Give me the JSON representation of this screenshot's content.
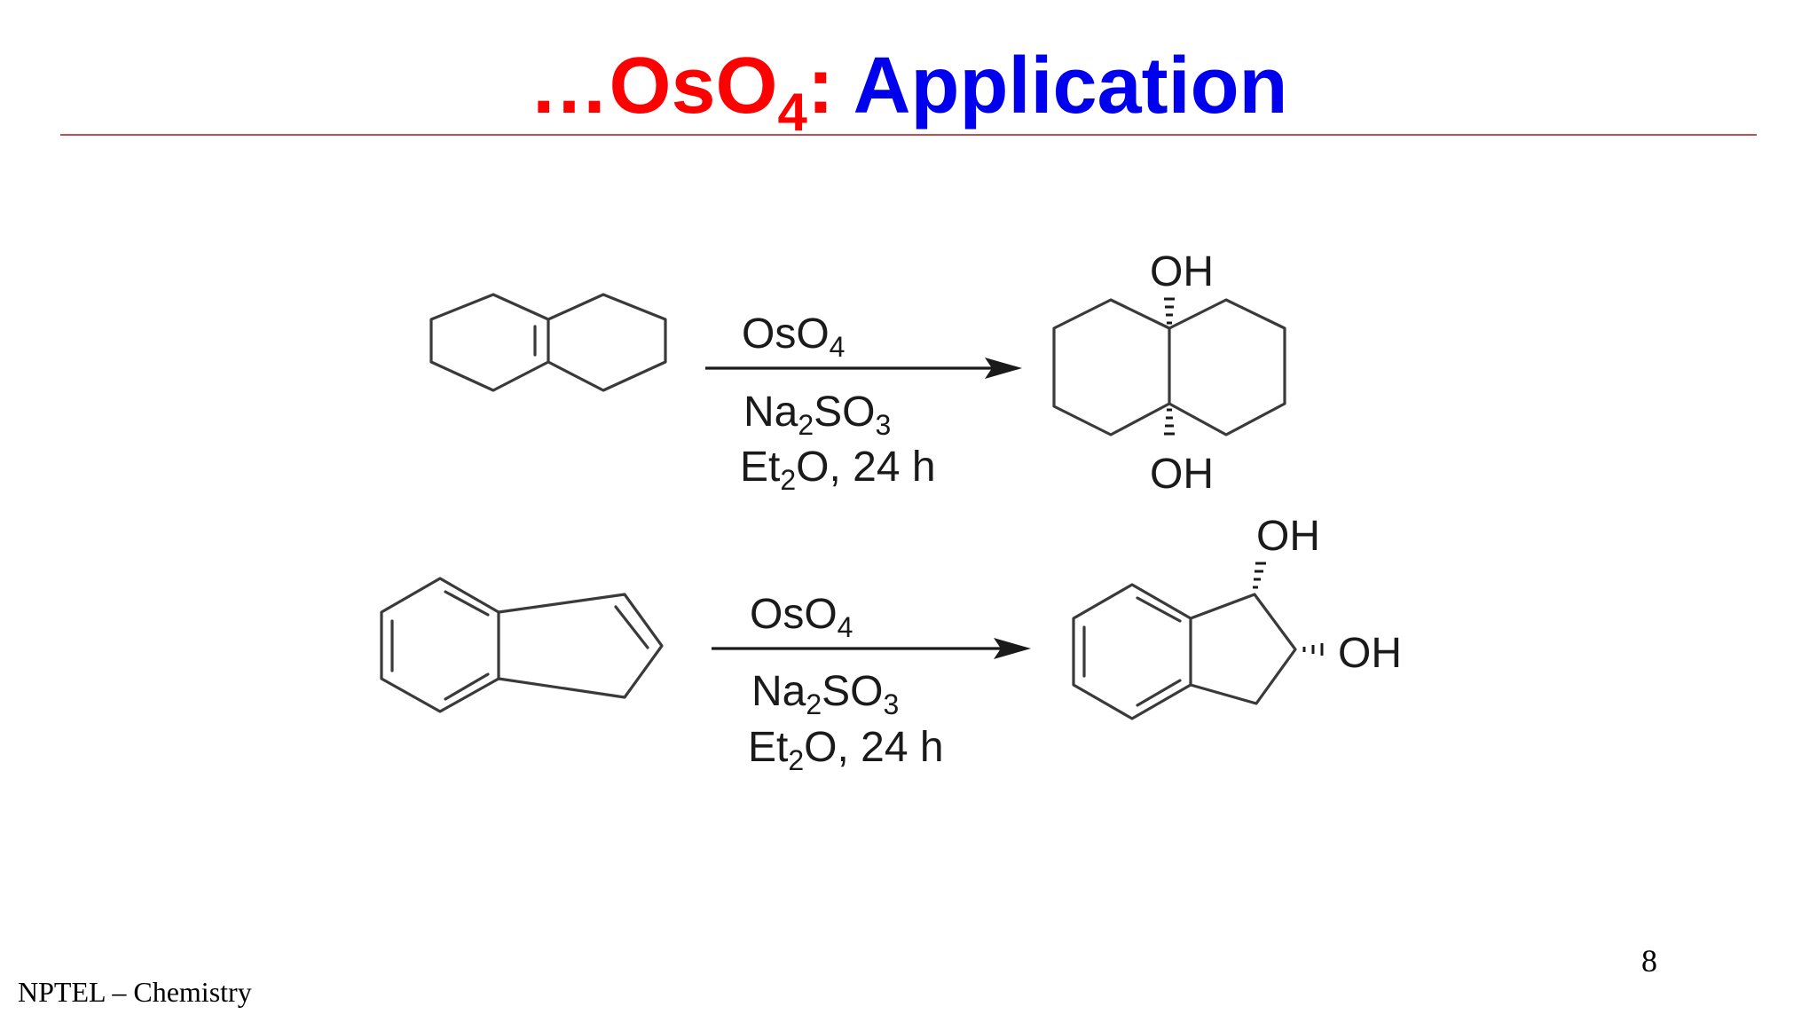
{
  "slide": {
    "title_prefix": "…OsO",
    "title_subscript": "4",
    "title_colon": ":",
    "title_main": "Application",
    "colors": {
      "title_red": "#ff0000",
      "title_blue": "#0000ee",
      "rule": "#c0504d"
    }
  },
  "reactions": [
    {
      "reagent_1": "OsO",
      "reagent_1_sub": "4",
      "reagent_2_a": "Na",
      "reagent_2_sub1": "2",
      "reagent_2_b": "SO",
      "reagent_2_sub2": "3",
      "conditions_a": "Et",
      "conditions_sub": "2",
      "conditions_b": "O, 24 h",
      "product_oh_top": "OH",
      "product_oh_bottom": "OH"
    },
    {
      "reagent_1": "OsO",
      "reagent_1_sub": "4",
      "reagent_2_a": "Na",
      "reagent_2_sub1": "2",
      "reagent_2_b": "SO",
      "reagent_2_sub2": "3",
      "conditions_a": "Et",
      "conditions_sub": "2",
      "conditions_b": "O, 24 h",
      "product_oh_top": "OH",
      "product_oh_right": "OH"
    }
  ],
  "footer": {
    "course": "NPTEL – Chemistry",
    "page_number": "8"
  }
}
